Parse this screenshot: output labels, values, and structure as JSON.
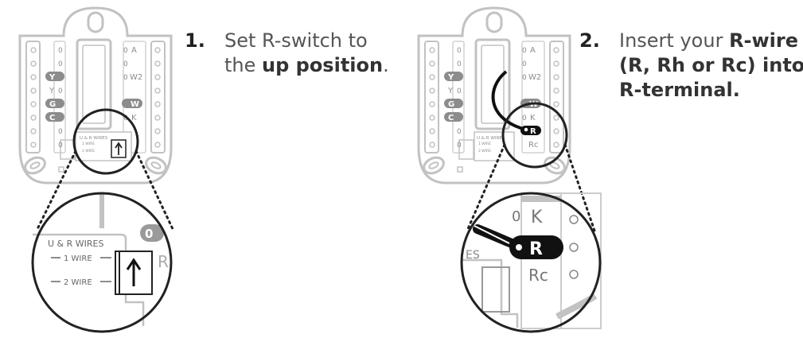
{
  "steps": [
    {
      "number": "1.",
      "line1": "Set R-switch to",
      "line2_pre": "the ",
      "line2_bold": "up position",
      "line2_post": "."
    },
    {
      "number": "2.",
      "line1_pre": "Insert your ",
      "line1_bold": "R-wire",
      "line2": "(R, Rh or Rc) into",
      "line3": "R-terminal."
    }
  ],
  "plate": {
    "zero": "0",
    "left_labels": [
      "Y",
      "Y",
      "G",
      "C"
    ],
    "right_labels": [
      "A",
      "W2",
      "W",
      "K",
      "R",
      "Rc"
    ],
    "switch_title": "U & R WIRES",
    "wire1": "1 WIRE",
    "wire2": "2 WIRE"
  },
  "zoom1": {
    "title": "U & R WIRES",
    "wire1": "1 WIRE",
    "wire2": "2 WIRE",
    "badge": "0",
    "cut_text": "R"
  },
  "zoom2": {
    "k": "K",
    "r": "R",
    "rc": "Rc",
    "zero": "0",
    "cut_text": "ES"
  },
  "colors": {
    "plate_stroke": "#c2c2c2",
    "label_fill": "#8c8c8c",
    "terminal_active": "#111111",
    "text": "#555555"
  }
}
